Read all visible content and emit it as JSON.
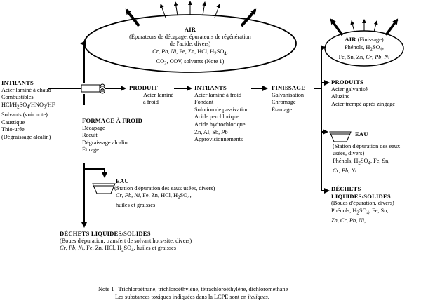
{
  "air_main": {
    "title": "AIR",
    "lines": [
      "(Épurateurs de décapage, épurateurs de régénération",
      "de l'acide, divers)",
      "<i>Cr</i>, <i>Pb</i>, <i>Ni</i>, Fe, Zn, HCl, H<sub>2</sub>SO<sub>4</sub>,",
      "CO<sub>2</sub>, COV, solvants (Note 1)"
    ]
  },
  "air_finishing": {
    "title": "AIR",
    "subtitle": " (Finissage)",
    "lines": [
      "Phénols, H<sub>2</sub>SO<sub>4</sub>,",
      "Fe, Sn, Zn, <i>Cr</i>, <i>Pb</i>, <i>Ni</i>"
    ]
  },
  "inputs_left": {
    "title": "INTRANTS",
    "lines": [
      "Acier laminé à chaud",
      "Combustibles",
      "HCl/H<sub>2</sub>SO<sub>4</sub>/HNO<sub>3</sub>/HF",
      "Solvants (voir note)",
      "Caustique",
      "Thio-urée",
      "(Dégraissage alcalin)"
    ]
  },
  "cold_forming": {
    "title": "FORMAGE À FROID",
    "lines": [
      "Décapage",
      "Recuit",
      "Dégraissage alcalin",
      "Étirage"
    ]
  },
  "product_mid": {
    "title": "PRODUIT",
    "lines": [
      "Acier laminé",
      "à froid"
    ]
  },
  "inputs_mid": {
    "title": "INTRANTS",
    "lines": [
      "Acier laminé à froid",
      "Fondant",
      "Solution de passivation",
      "Acide perchlorique",
      "Acide hydrochlorique",
      "Zn, Al, Sb, <i>Pb</i>",
      "Approvisionnements"
    ]
  },
  "finishing": {
    "title": "FINISSAGE",
    "lines": [
      "Galvanisation",
      "Chromage",
      "Étamage"
    ]
  },
  "products_right": {
    "title": "PRODUITS",
    "lines": [
      "Acier galvanisé",
      "Aluzinc",
      "Acier trempé après zingage"
    ]
  },
  "water_right": {
    "title": "EAU",
    "lines": [
      "(Station d'épuration des eaux",
      "usées, divers)",
      "Phénols, H<sub>2</sub>SO<sub>4</sub>, Fe, Sn,",
      "<i>Cr</i>, <i>Pb</i>, <i>Ni</i>"
    ]
  },
  "waste_right": {
    "title_lines": [
      "DÉCHETS",
      "LIQUIDES/SOLIDES"
    ],
    "lines": [
      "(Boues d'épuration, divers)",
      "Phénols, H<sub>2</sub>SO<sub>4</sub>, Fe, Sn,",
      "<i>Zn</i>, <i>Cr</i>, <i>Pb</i>, <i>Ni</i>,"
    ]
  },
  "water_mid": {
    "title": "EAU",
    "lines": [
      "(Station d'épuration des eaux usées, divers)",
      "<i>Cr</i>, <i>Pb</i>, <i>Ni</i>, Fe, Zn, HCl, H<sub>2</sub>SO<sub>4</sub>,",
      "huiles et graisses"
    ]
  },
  "waste_bottom": {
    "title": "DÉCHETS LIQUIDES/SOLIDES",
    "lines": [
      "(Boues d'épuration, transfert de solvant hors-site, divers)",
      "<i>Cr</i>, <i>Pb</i>, <i>Ni</i>, Fe, Zn, HCl, H<sub>2</sub>SO<sub>4</sub>, huiles et graisses"
    ]
  },
  "note": {
    "line1": "Note 1 : Trichloroéthane, trichloroéthylène, tétrachloroéthylène, dichlorométhane",
    "line2": "Les substances toxiques indiquées dans la LCPE sont en <i>italiques</i>."
  }
}
